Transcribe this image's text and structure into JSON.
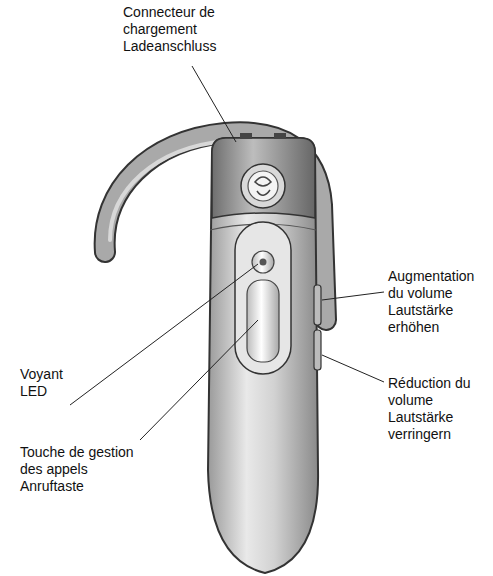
{
  "diagram": {
    "labels": [
      "Connecteur de chargement",
      "Ladeanschluss",
      "Voyant",
      "LED",
      "Touche de gestion des appels",
      "Anruftaste",
      "Augmentation du volume",
      "Lautstärke erhöhen",
      "Réduction du volume",
      "Lautstärke verringern"
    ]
  }
}
